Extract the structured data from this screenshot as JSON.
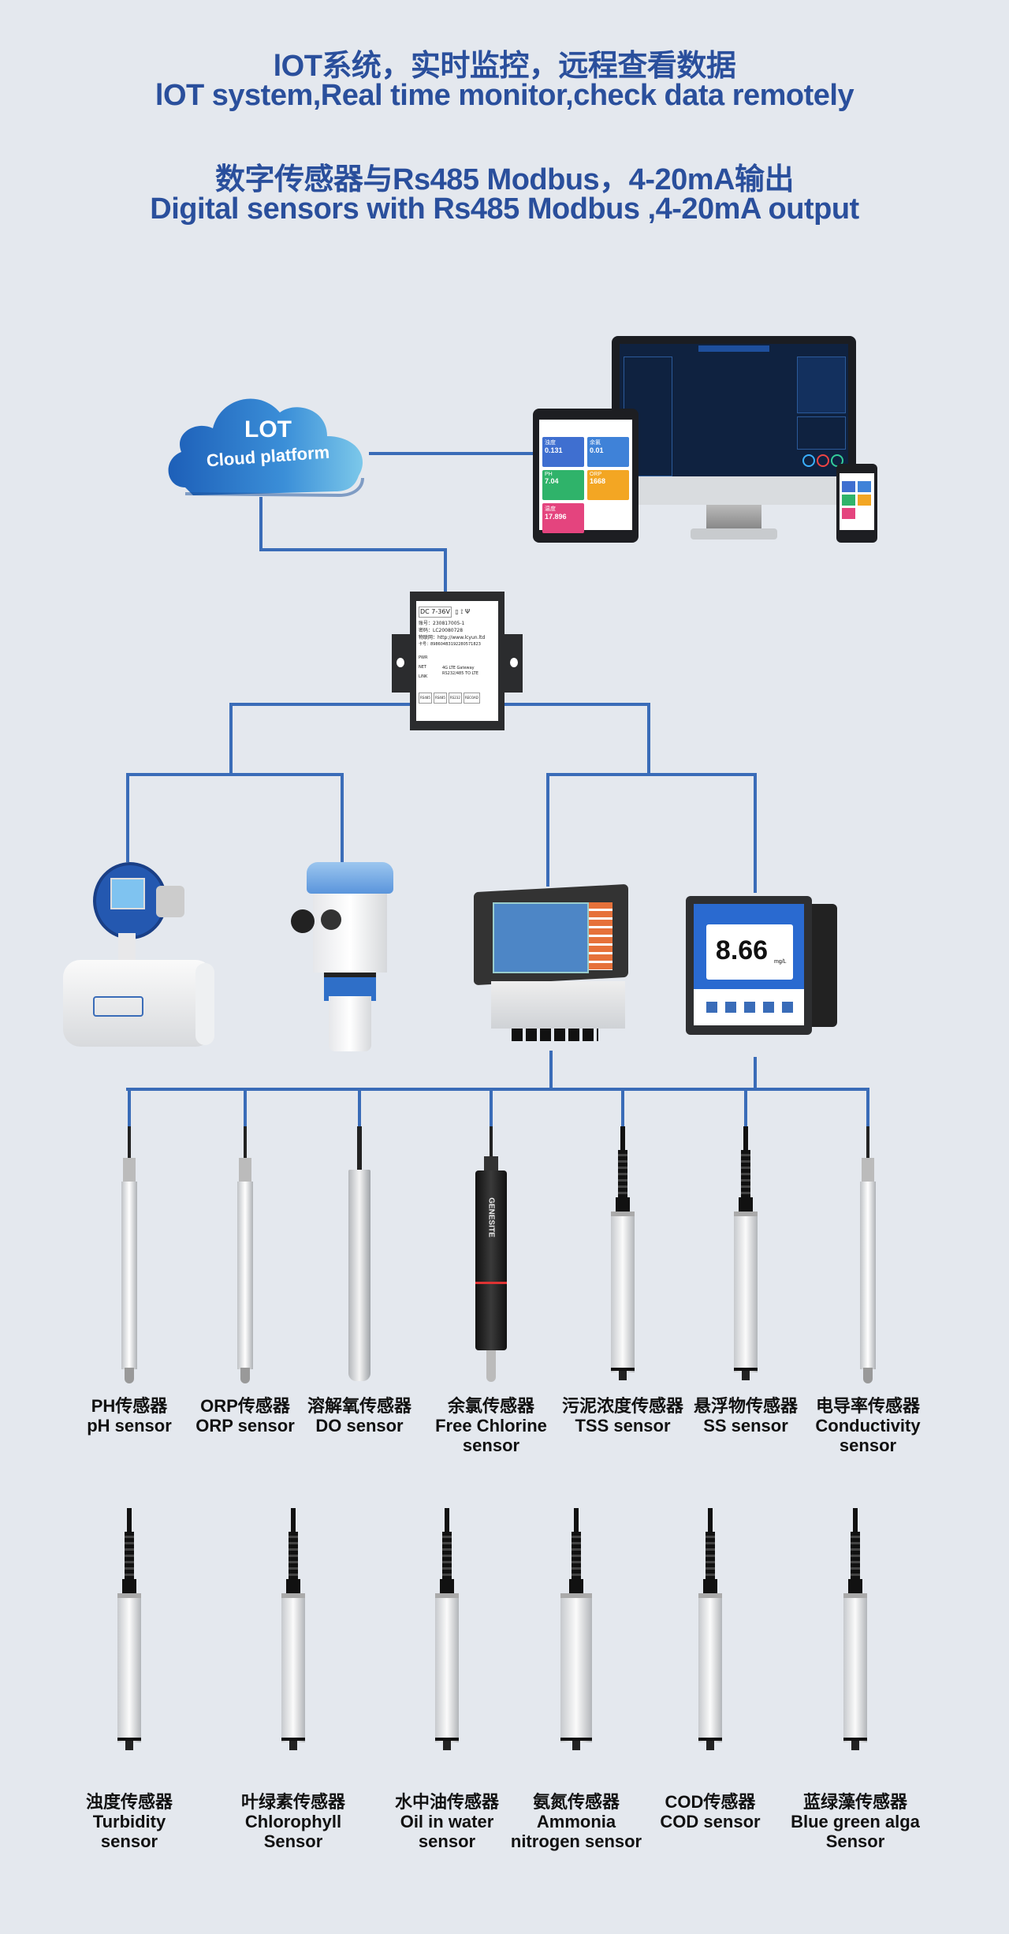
{
  "header": {
    "line1_cn": "lOT系统，实时监控，远程查看数据",
    "line1_en": "lOT system,Real time monitor,check data remotely",
    "line2_cn": "数字传感器与Rs485 Modbus，4-20mA输出",
    "line2_en": "Digital sensors with Rs485 Modbus ,4-20mA output"
  },
  "cloud": {
    "line1": "LOT",
    "line2": "Cloud platform"
  },
  "tablet": {
    "cards": [
      {
        "name": "浊度",
        "value": "0.131",
        "color": "#3f6fd0"
      },
      {
        "name": "余氯",
        "value": "0.01",
        "color": "#3f82d8"
      },
      {
        "name": "PH",
        "value": "7.04",
        "color": "#2fb36a"
      },
      {
        "name": "ORP",
        "value": "1668",
        "color": "#f3a623"
      },
      {
        "name": "温度",
        "value": "17.896",
        "color": "#e4447e"
      }
    ]
  },
  "gateway": {
    "power": "DC 7-36V",
    "account": "账号：230817005-1",
    "password": "密码：LC20080728",
    "iot": "物联网：http://www.lcyun.ltd",
    "card": "卡号：898604B3192280571823",
    "leds": [
      "PWR",
      "NET",
      "LINK"
    ],
    "model1": "4G LTE Gateway",
    "model2": "RS232/485 TO LTE",
    "ports": [
      "RS485",
      "RS485",
      "RS232",
      "RECOAD"
    ]
  },
  "controller2": {
    "reading": "8.66",
    "unit": "mg/L"
  },
  "colors": {
    "title": "#2a4f9c",
    "line": "#3a6cb8",
    "background": "#e4e8ee"
  },
  "sensors_row1": [
    {
      "cn": "PH传感器",
      "en": [
        "pH sensor"
      ],
      "icon": "glass-probe"
    },
    {
      "cn": "ORP传感器",
      "en": [
        "ORP sensor"
      ],
      "icon": "glass-probe"
    },
    {
      "cn": "溶解氧传感器",
      "en": [
        "DO sensor"
      ],
      "icon": "steel-probe"
    },
    {
      "cn": "余氯传感器",
      "en": [
        "Free Chlorine",
        "sensor"
      ],
      "icon": "black-probe",
      "brand": "GENESITE"
    },
    {
      "cn": "污泥浓度传感器",
      "en": [
        "TSS sensor"
      ],
      "icon": "spring-probe"
    },
    {
      "cn": "悬浮物传感器",
      "en": [
        "SS sensor"
      ],
      "icon": "spring-probe"
    },
    {
      "cn": "电导率传感器",
      "en": [
        "Conductivity",
        "sensor"
      ],
      "icon": "glass-probe"
    }
  ],
  "sensors_row2": [
    {
      "cn": "浊度传感器",
      "en": [
        "Turbidity",
        "sensor"
      ],
      "icon": "spring-probe"
    },
    {
      "cn": "叶绿素传感器",
      "en": [
        "Chlorophyll",
        "Sensor"
      ],
      "icon": "spring-probe"
    },
    {
      "cn": "水中油传感器",
      "en": [
        "Oil in water",
        "sensor"
      ],
      "icon": "spring-probe"
    },
    {
      "cn": "氨氮传感器",
      "en": [
        "Ammonia",
        "nitrogen sensor"
      ],
      "icon": "ammonia-probe"
    },
    {
      "cn": "COD传感器",
      "en": [
        "COD sensor"
      ],
      "icon": "cod-probe"
    },
    {
      "cn": "蓝绿藻传感器",
      "en": [
        "Blue green alga",
        "Sensor"
      ],
      "icon": "spring-probe"
    }
  ]
}
